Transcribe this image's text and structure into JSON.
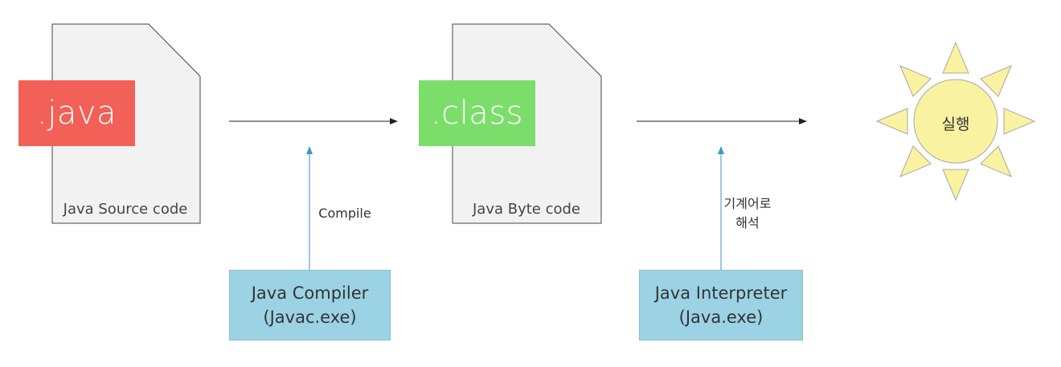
{
  "source_file": {
    "extension": ".java",
    "caption": "Java Source code",
    "badge_color": "#f26157"
  },
  "class_file": {
    "extension": ".class",
    "caption": "Java Byte code",
    "badge_color": "#7cde6a"
  },
  "compile_step": {
    "label": "Compile",
    "tool_name": "Java Compiler",
    "tool_exe": "(Javac.exe)"
  },
  "interpret_step": {
    "label_line1": "기계어로",
    "label_line2": "해석",
    "tool_name": "Java Interpreter",
    "tool_exe": "(Java.exe)"
  },
  "execution": {
    "label": "실행",
    "sun_color": "#f9f2a0"
  },
  "colors": {
    "document_fill": "#f2f2f2",
    "document_stroke": "#444444",
    "flow_arrow": "#222222",
    "tool_arrow": "#3c96c4",
    "tool_box": "#9bd3e5"
  }
}
